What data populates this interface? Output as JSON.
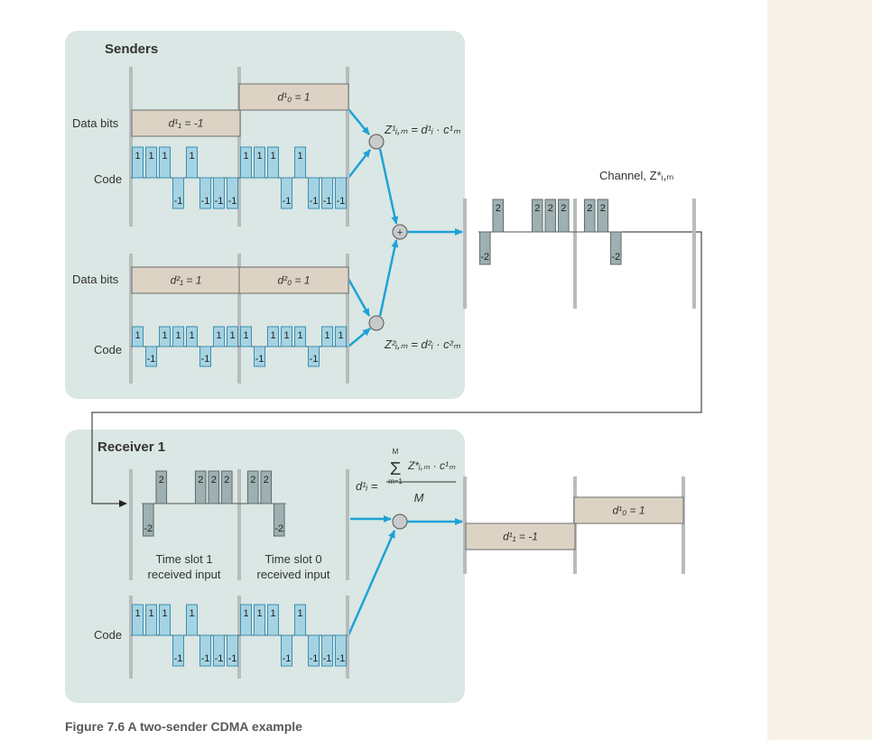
{
  "colors": {
    "panel": "#dae7e4",
    "code_chip": "#a6d3e2",
    "code_edge": "#3b8fb5",
    "channel_chip": "#9eb0b1",
    "data_box": "#dcd3c4",
    "arrow": "#1ea2d6"
  },
  "senders": {
    "title": "Senders",
    "data_bits_label_1": "Data bits",
    "code_label_1": "Code",
    "data_bits_label_2": "Data bits",
    "code_label_2": "Code",
    "sender1_bits": [
      "d¹₁ = -1",
      "d¹₀ = 1"
    ],
    "sender2_bits": [
      "d²₁ = 1",
      "d²₀ = 1"
    ],
    "sender1_code": [
      "1",
      "1",
      "1",
      "-1",
      "1",
      "-1",
      "-1",
      "-1",
      "1",
      "1",
      "1",
      "-1",
      "1",
      "-1",
      "-1",
      "-1"
    ],
    "sender2_code": [
      "1",
      "-1",
      "1",
      "1",
      "1",
      "-1",
      "1",
      "1",
      "1",
      "-1",
      "1",
      "1",
      "1",
      "-1",
      "1",
      "1"
    ],
    "formula_1": "Z¹ᵢ,ₘ = d¹ᵢ · c¹ₘ",
    "formula_2": "Z²ᵢ,ₘ = d²ᵢ · c²ₘ",
    "plus_symbol": "+"
  },
  "channel": {
    "label": "Channel, Z*ᵢ,ₘ",
    "values": [
      "-2",
      "2",
      "0",
      "0",
      "2",
      "2",
      "2",
      "0",
      "2",
      "2",
      "-2"
    ]
  },
  "receiver": {
    "title": "Receiver 1",
    "received_values": [
      "-2",
      "2",
      "0",
      "0",
      "2",
      "2",
      "2",
      "0",
      "2",
      "2",
      "-2"
    ],
    "slot1_line1": "Time slot 1",
    "slot1_line2": "received input",
    "slot0_line1": "Time slot 0",
    "slot0_line2": "received input",
    "code_label": "Code",
    "code": [
      "1",
      "1",
      "1",
      "-1",
      "1",
      "-1",
      "-1",
      "-1",
      "1",
      "1",
      "1",
      "-1",
      "1",
      "-1",
      "-1",
      "-1"
    ],
    "formula_lhs": "d¹ᵢ =",
    "formula_sum": "Σ",
    "formula_sum_top": "M",
    "formula_sum_bottom": "m=1",
    "formula_numerator": "Z*ᵢ,ₘ · c¹ₘ",
    "formula_denominator": "M",
    "output_bits": [
      "d¹₁ = -1",
      "d¹₀ = 1"
    ]
  },
  "caption": "Figure 7.6 A two-sender CDMA example"
}
